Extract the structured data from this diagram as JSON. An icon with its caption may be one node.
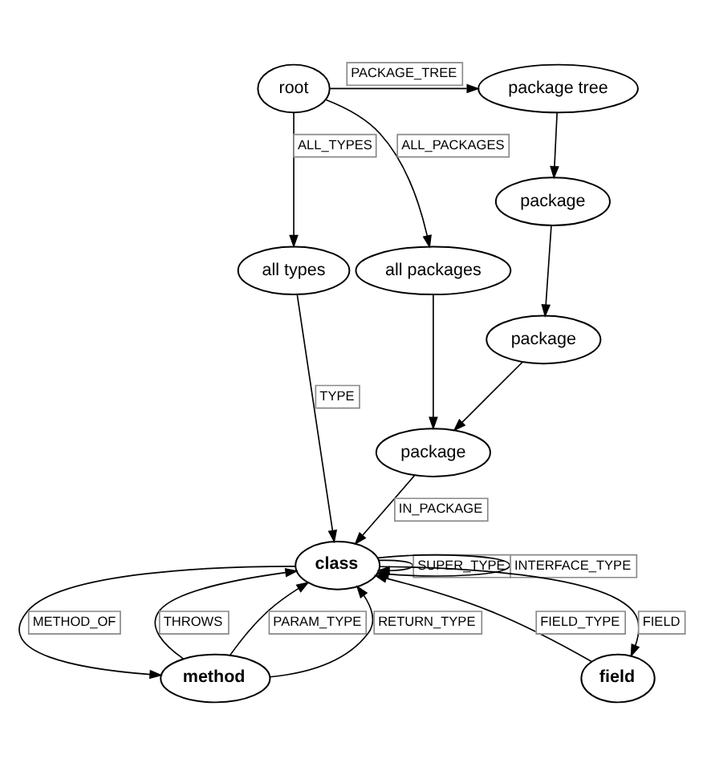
{
  "diagram": {
    "nodes": [
      {
        "text": [
          "root"
        ]
      },
      {
        "text": [
          "package tree"
        ]
      },
      {
        "text": [
          "all types"
        ]
      },
      {
        "text": [
          "all packages"
        ]
      },
      {
        "text": [
          "package"
        ]
      },
      {
        "text": [
          "package"
        ]
      },
      {
        "text": [
          "package"
        ]
      },
      {
        "text": [
          "class"
        ]
      },
      {
        "text": [
          "method"
        ]
      },
      {
        "text": [
          "field"
        ]
      }
    ],
    "edges": [
      {
        "from": 0,
        "to": 1,
        "arrow": "to",
        "label": "PACKAGE_TREE"
      },
      {
        "from": 0,
        "to": 2,
        "arrow": "to",
        "label": "ALL_TYPES"
      },
      {
        "from": 0,
        "to": 3,
        "arrow": "to",
        "label": "ALL_PACKAGES"
      },
      {
        "from": 1,
        "to": 4,
        "arrow": "to"
      },
      {
        "from": 4,
        "to": 5,
        "arrow": "to"
      },
      {
        "from": 3,
        "to": 6,
        "arrow": "to"
      },
      {
        "from": 5,
        "to": 6,
        "arrow": "to"
      },
      {
        "from": 2,
        "to": 7,
        "arrow": "to",
        "label": "TYPE"
      },
      {
        "from": 6,
        "to": 7,
        "arrow": "to",
        "label": "IN_PACKAGE"
      },
      {
        "from": 7,
        "to": 8,
        "arrow": "to",
        "label": "METHOD_OF"
      },
      {
        "from": 8,
        "to": 7,
        "arrow": "to",
        "label": "THROWS"
      },
      {
        "from": 8,
        "to": 7,
        "arrow": "to",
        "label": "PARAM_TYPE"
      },
      {
        "from": 8,
        "to": 7,
        "arrow": "to",
        "label": "RETURN_TYPE"
      },
      {
        "from": 7,
        "to": 7,
        "arrow": "to",
        "label": "SUPER_TYPE"
      },
      {
        "from": 7,
        "to": 7,
        "arrow": "to",
        "label": "INTERFACE_TYPE"
      },
      {
        "from": 9,
        "to": 7,
        "arrow": "to",
        "label": "FIELD_TYPE"
      },
      {
        "from": 7,
        "to": 9,
        "arrow": "to",
        "label": "FIELD"
      }
    ]
  }
}
